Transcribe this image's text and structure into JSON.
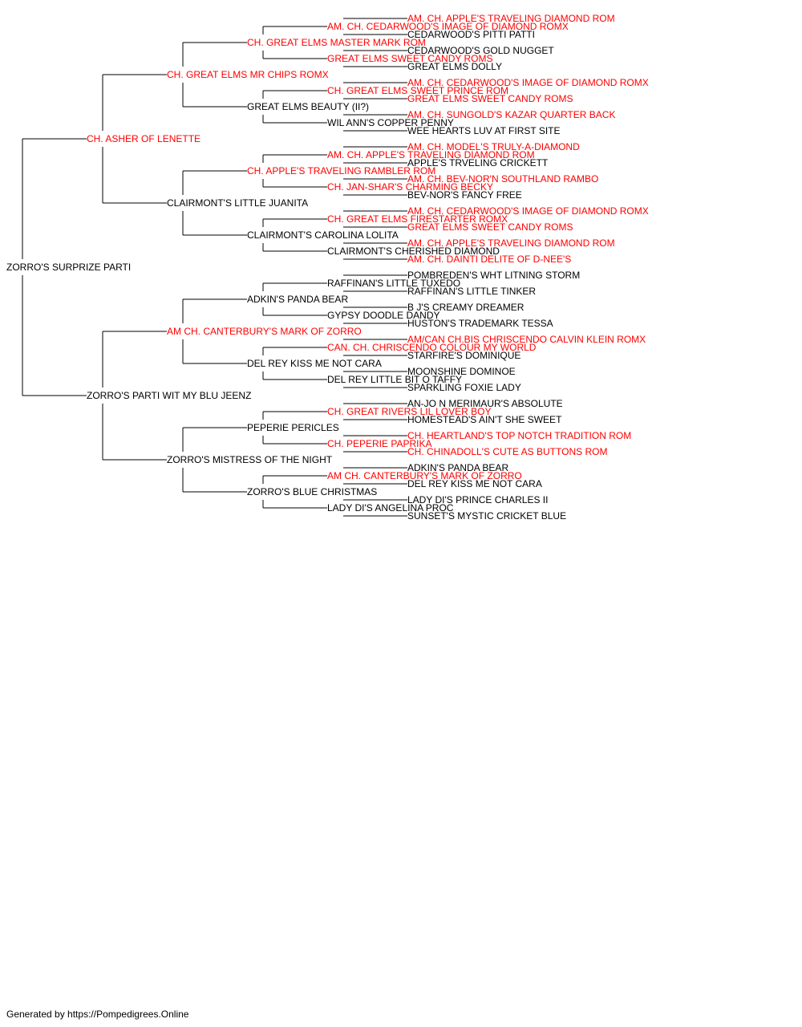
{
  "colors": {
    "champion": "#ff0000",
    "regular": "#000000",
    "line": "#000000"
  },
  "pedigree": {
    "name": "ZORRO'S SURPRIZE PARTI",
    "champion": false,
    "sire": {
      "name": "CH. ASHER OF LENETTE",
      "champion": true,
      "sire": {
        "name": "CH. GREAT ELMS MR CHIPS ROMX",
        "champion": true,
        "sire": {
          "name": "CH. GREAT ELMS MASTER MARK ROM",
          "champion": true,
          "sire": {
            "name": "AM. CH. CEDARWOOD'S IMAGE OF DIAMOND ROMX",
            "champion": true,
            "sire": {
              "name": "AM. CH. APPLE'S TRAVELING DIAMOND ROM",
              "champion": true
            },
            "dam": {
              "name": "CEDARWOOD'S PITTI PATTI",
              "champion": false
            }
          },
          "dam": {
            "name": "GREAT ELMS SWEET CANDY ROMS",
            "champion": true,
            "sire": {
              "name": "CEDARWOOD'S GOLD NUGGET",
              "champion": false
            },
            "dam": {
              "name": "GREAT ELMS DOLLY",
              "champion": false
            }
          }
        },
        "dam": {
          "name": "GREAT ELMS BEAUTY (II?)",
          "champion": false,
          "sire": {
            "name": "CH. GREAT ELMS SWEET PRINCE ROM",
            "champion": true,
            "sire": {
              "name": "AM. CH. CEDARWOOD'S IMAGE OF DIAMOND ROMX",
              "champion": true
            },
            "dam": {
              "name": "GREAT ELMS SWEET CANDY ROMS",
              "champion": true
            }
          },
          "dam": {
            "name": "WIL ANN'S COPPER PENNY",
            "champion": false,
            "sire": {
              "name": "AM. CH. SUNGOLD'S KAZAR QUARTER BACK",
              "champion": true
            },
            "dam": {
              "name": "WEE HEARTS LUV AT FIRST SITE",
              "champion": false
            }
          }
        }
      },
      "dam": {
        "name": "CLAIRMONT'S LITTLE JUANITA",
        "champion": false,
        "sire": {
          "name": "CH. APPLE'S TRAVELING RAMBLER ROM",
          "champion": true,
          "sire": {
            "name": "AM. CH. APPLE'S TRAVELING DIAMOND ROM",
            "champion": true,
            "sire": {
              "name": "AM. CH. MODEL'S TRULY-A-DIAMOND",
              "champion": true
            },
            "dam": {
              "name": "APPLE'S TRVELING CRICKETT",
              "champion": false
            }
          },
          "dam": {
            "name": "CH. JAN-SHAR'S CHARMING BECKY",
            "champion": true,
            "sire": {
              "name": "AM. CH. BEV-NOR'N SOUTHLAND RAMBO",
              "champion": true
            },
            "dam": {
              "name": "BEV-NOR'S FANCY FREE",
              "champion": false
            }
          }
        },
        "dam": {
          "name": "CLAIRMONT'S CAROLINA LOLITA",
          "champion": false,
          "sire": {
            "name": "CH. GREAT ELMS FIRESTARTER ROMX",
            "champion": true,
            "sire": {
              "name": "AM. CH. CEDARWOOD'S IMAGE OF DIAMOND ROMX",
              "champion": true
            },
            "dam": {
              "name": "GREAT ELMS SWEET CANDY ROMS",
              "champion": true
            }
          },
          "dam": {
            "name": "CLAIRMONT'S CHERISHED DIAMOND",
            "champion": false,
            "sire": {
              "name": "AM. CH. APPLE'S TRAVELING DIAMOND ROM",
              "champion": true
            },
            "dam": {
              "name": "AM. CH. DAINTI DELITE OF D-NEE'S",
              "champion": true
            }
          }
        }
      }
    },
    "dam": {
      "name": "ZORRO'S PARTI WIT MY BLU JEENZ",
      "champion": false,
      "sire": {
        "name": "AM CH. CANTERBURY'S MARK OF ZORRO",
        "champion": true,
        "sire": {
          "name": "ADKIN'S PANDA BEAR",
          "champion": false,
          "sire": {
            "name": "RAFFINAN'S LITTLE TUXEDO",
            "champion": false,
            "sire": {
              "name": "POMBREDEN'S WHT LITNING STORM",
              "champion": false
            },
            "dam": {
              "name": "RAFFINAN'S LITTLE TINKER",
              "champion": false
            }
          },
          "dam": {
            "name": "GYPSY DOODLE DANDY",
            "champion": false,
            "sire": {
              "name": "B J'S CREAMY DREAMER",
              "champion": false
            },
            "dam": {
              "name": "HUSTON'S TRADEMARK TESSA",
              "champion": false
            }
          }
        },
        "dam": {
          "name": "DEL REY KISS ME NOT CARA",
          "champion": false,
          "sire": {
            "name": "CAN. CH. CHRISCENDO COLOUR MY WORLD",
            "champion": true,
            "sire": {
              "name": "AM/CAN CH.BIS CHRISCENDO CALVIN KLEIN ROMX",
              "champion": true
            },
            "dam": {
              "name": "STARFIRE'S DOMINIQUE",
              "champion": false
            }
          },
          "dam": {
            "name": "DEL REY LITTLE BIT O TAFFY",
            "champion": false,
            "sire": {
              "name": "MOONSHINE DOMINOE",
              "champion": false
            },
            "dam": {
              "name": "SPARKLING FOXIE LADY",
              "champion": false
            }
          }
        }
      },
      "dam": {
        "name": "ZORRO'S MISTRESS OF THE NIGHT",
        "champion": false,
        "sire": {
          "name": "PEPERIE PERICLES",
          "champion": false,
          "sire": {
            "name": "CH. GREAT RIVERS LIL LOVER BOY",
            "champion": true,
            "sire": {
              "name": "AN-JO N MERIMAUR'S ABSOLUTE",
              "champion": false
            },
            "dam": {
              "name": "HOMESTEAD'S AIN'T SHE SWEET",
              "champion": false
            }
          },
          "dam": {
            "name": "CH. PEPERIE PAPRIKA",
            "champion": true,
            "sire": {
              "name": "CH. HEARTLAND'S TOP NOTCH TRADITION ROM",
              "champion": true
            },
            "dam": {
              "name": "CH. CHINADOLL'S CUTE AS BUTTONS ROM",
              "champion": true
            }
          }
        },
        "dam": {
          "name": "ZORRO'S BLUE CHRISTMAS",
          "champion": false,
          "sire": {
            "name": "AM CH. CANTERBURY'S MARK OF ZORRO",
            "champion": true,
            "sire": {
              "name": "ADKIN'S PANDA BEAR",
              "champion": false
            },
            "dam": {
              "name": "DEL REY KISS ME NOT CARA",
              "champion": false
            }
          },
          "dam": {
            "name": "LADY DI'S ANGELINA PROC",
            "champion": false,
            "sire": {
              "name": "LADY DI'S PRINCE CHARLES II",
              "champion": false
            },
            "dam": {
              "name": "SUNSET'S MYSTIC CRICKET BLUE",
              "champion": false
            }
          }
        }
      }
    }
  },
  "footer": {
    "text": "Generated by https://Pompedigrees.Online"
  }
}
